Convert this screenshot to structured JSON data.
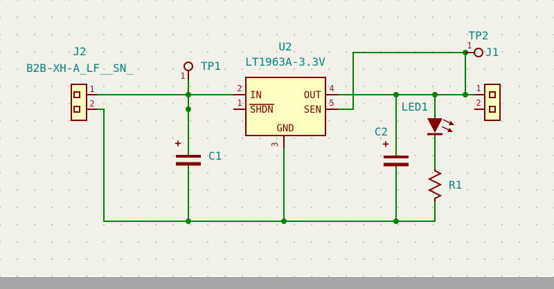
{
  "colors": {
    "background": "#F1F0E9",
    "grid_dot": "#C2C0B5",
    "wire": "#008400",
    "symbol": "#840000",
    "symbol_fill": "#FFFFC2",
    "field": "#008484",
    "pin_number": "#941414",
    "bottom_bar": "#A6A6A6"
  },
  "components": {
    "j2": {
      "ref": "J2",
      "value": "B2B-XH-A_LF__SN_",
      "pin1": "1",
      "pin2": "2"
    },
    "tp1": {
      "ref": "TP1",
      "pin1": "1"
    },
    "u2": {
      "ref": "U2",
      "value": "LT1963A-3.3V",
      "pin_in": {
        "name": "IN",
        "number": "2"
      },
      "pin_shdn": {
        "name": "SHDN",
        "number": "1"
      },
      "pin_out": {
        "name": "OUT",
        "number": "4"
      },
      "pin_sen": {
        "name": "SEN",
        "number": "5"
      },
      "pin_gnd": {
        "name": "GND",
        "number": "3"
      }
    },
    "c1": {
      "ref": "C1",
      "polarity": "+"
    },
    "c2": {
      "ref": "C2",
      "polarity": "+"
    },
    "led1": {
      "ref": "LED1"
    },
    "r1": {
      "ref": "R1"
    },
    "tp2": {
      "ref": "TP2",
      "pin1": "1"
    },
    "j1": {
      "ref": "J1",
      "pin1": "1",
      "pin2": "2"
    }
  }
}
